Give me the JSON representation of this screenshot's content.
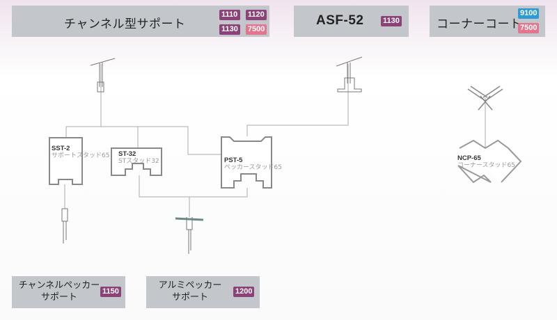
{
  "header": [
    {
      "title": "チャンネル型サポート",
      "codes": [
        "1110",
        "1120",
        "1130",
        "7500"
      ]
    },
    {
      "title": "ASF-52",
      "codes": [
        "1130"
      ]
    },
    {
      "title": "コーナーコート",
      "codes": [
        "9100",
        "7500"
      ]
    }
  ],
  "footer": [
    {
      "title_line1": "チャンネルペッカー",
      "title_line2": "サポート",
      "code": "1150"
    },
    {
      "title_line1": "アルミペッカー",
      "title_line2": "サポート",
      "code": "1200"
    }
  ],
  "studs": [
    {
      "code": "SST-2",
      "name": "サポートスタッド65"
    },
    {
      "code": "ST-32",
      "name": "STスタッド32"
    },
    {
      "code": "PST-5",
      "name": "ペッカースタッド65"
    },
    {
      "code": "NCP-65",
      "name": "コーナースタッド65"
    }
  ],
  "colors": {
    "purple": "#8c4279",
    "pink": "#e3758f",
    "blue": "#2d9bd6",
    "box": "#c3c7cb"
  }
}
